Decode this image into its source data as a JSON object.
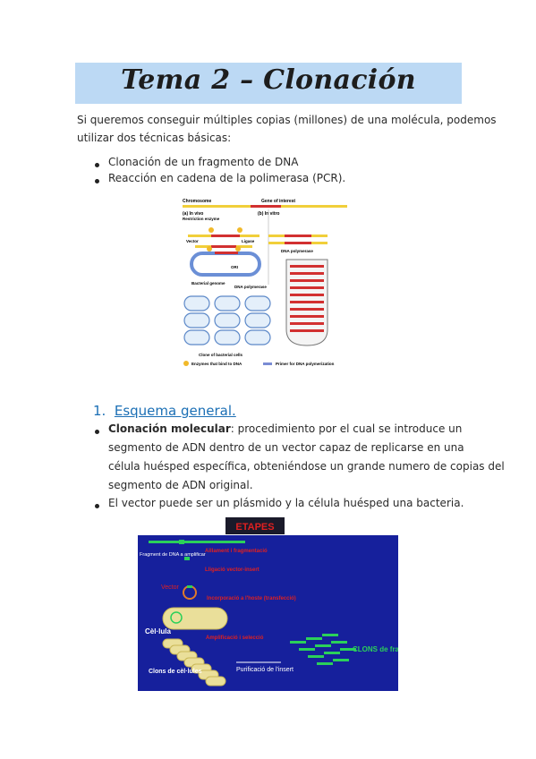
{
  "title": "Tema 2 – Clonación",
  "intro": {
    "line1": "Si queremos conseguir múltiples copias (millones) de una molécula, podemos",
    "line2": "utilizar dos técnicas básicas:"
  },
  "techniques": [
    "Clonación de un fragmento de DNA",
    "Reacción en cadena de la polimerasa (PCR)."
  ],
  "figure1": {
    "chromosome": "Chromosome",
    "gene": "Gene of interest",
    "in_vivo": "(a) In vivo",
    "in_vitro": "(b) In vitro",
    "restriction": "Restriction enzyme",
    "vector": "Vector",
    "ligase": "Ligase",
    "ori": "ORI",
    "dna_pol_left": "DNA polymerase",
    "dna_pol_right": "DNA polymerase",
    "bacterial_genome": "Bacterial genome",
    "clone": "Clone of bacterial cells",
    "legend1": "Enzymes that bind to DNA",
    "legend2": "Primer for DNA polymerization"
  },
  "section1": {
    "number": "1.",
    "title": "Esquema general."
  },
  "def": {
    "term": "Clonación molecular",
    "line1": ": procedimiento por el cual se introduce un",
    "line2": "segmento de ADN dentro de un vector capaz de replicarse en una",
    "line3": "célula huésped específica, obteniéndose un grande numero de copias del",
    "line4": "segmento de ADN original."
  },
  "vector_note": "El vector puede ser un plásmido y la célula huésped una bacteria.",
  "figure2": {
    "header": "ETAPES",
    "fragment_label": "Fragment de DNA a amplificar",
    "step1": "Aïllament i fragmentació",
    "step2": "Lligació vector-insert",
    "vector": "Vector",
    "step3": "Incorporació a l'hoste (transfecció)",
    "cell": "Cèl·lula",
    "step4": "Amplificació i selecció",
    "clones_cells": "Clons de cèl·lules",
    "purification": "Purificació de l'insert",
    "clones_fragments": "CLONS de fragments",
    "colors": {
      "bg": "#16209c",
      "red": "#e02020",
      "green": "#2bd05a"
    }
  }
}
